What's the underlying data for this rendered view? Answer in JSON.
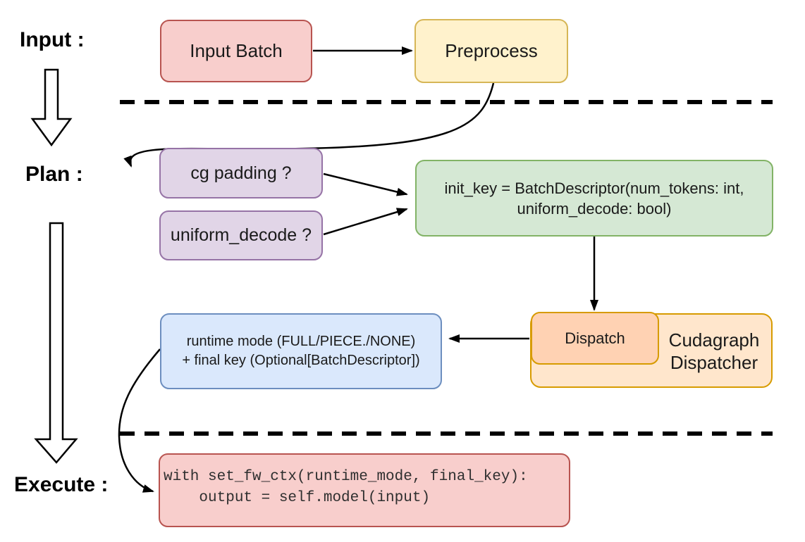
{
  "diagram": {
    "sections": {
      "input_label": "Input :",
      "plan_label": "Plan :",
      "execute_label": "Execute :"
    },
    "nodes": {
      "input_batch": {
        "label": "Input Batch"
      },
      "preprocess": {
        "label": "Preprocess"
      },
      "cg_padding": {
        "label": "cg padding ?"
      },
      "uniform_decode": {
        "label": "uniform_decode ?"
      },
      "init_key": {
        "line1": "init_key = BatchDescriptor(num_tokens: int,",
        "line2": "uniform_decode: bool)"
      },
      "dispatch": {
        "label": "Dispatch"
      },
      "dispatcher": {
        "line1": "Cudagraph",
        "line2": "Dispatcher"
      },
      "runtime": {
        "line1": "runtime mode (FULL/PIECE./NONE)",
        "line2": "+ final key (Optional[BatchDescriptor])"
      },
      "execute_code": {
        "line1": "with set_fw_ctx(runtime_mode, final_key):",
        "line2": "    output = self.model(input)"
      }
    },
    "colors": {
      "red_fill": "#f8cecc",
      "red_stroke": "#b85450",
      "yellow_fill": "#fff2cc",
      "yellow_stroke": "#d6b656",
      "purple_fill": "#e1d5e7",
      "purple_stroke": "#9673a6",
      "green_fill": "#d5e8d4",
      "green_stroke": "#82b366",
      "blue_fill": "#dae8fc",
      "blue_stroke": "#6c8ebf",
      "orange_fill": "#ffe6cc",
      "orange_stroke": "#d79b00",
      "orange_inner_fill": "#ffd2b3",
      "line": "#000000"
    }
  }
}
